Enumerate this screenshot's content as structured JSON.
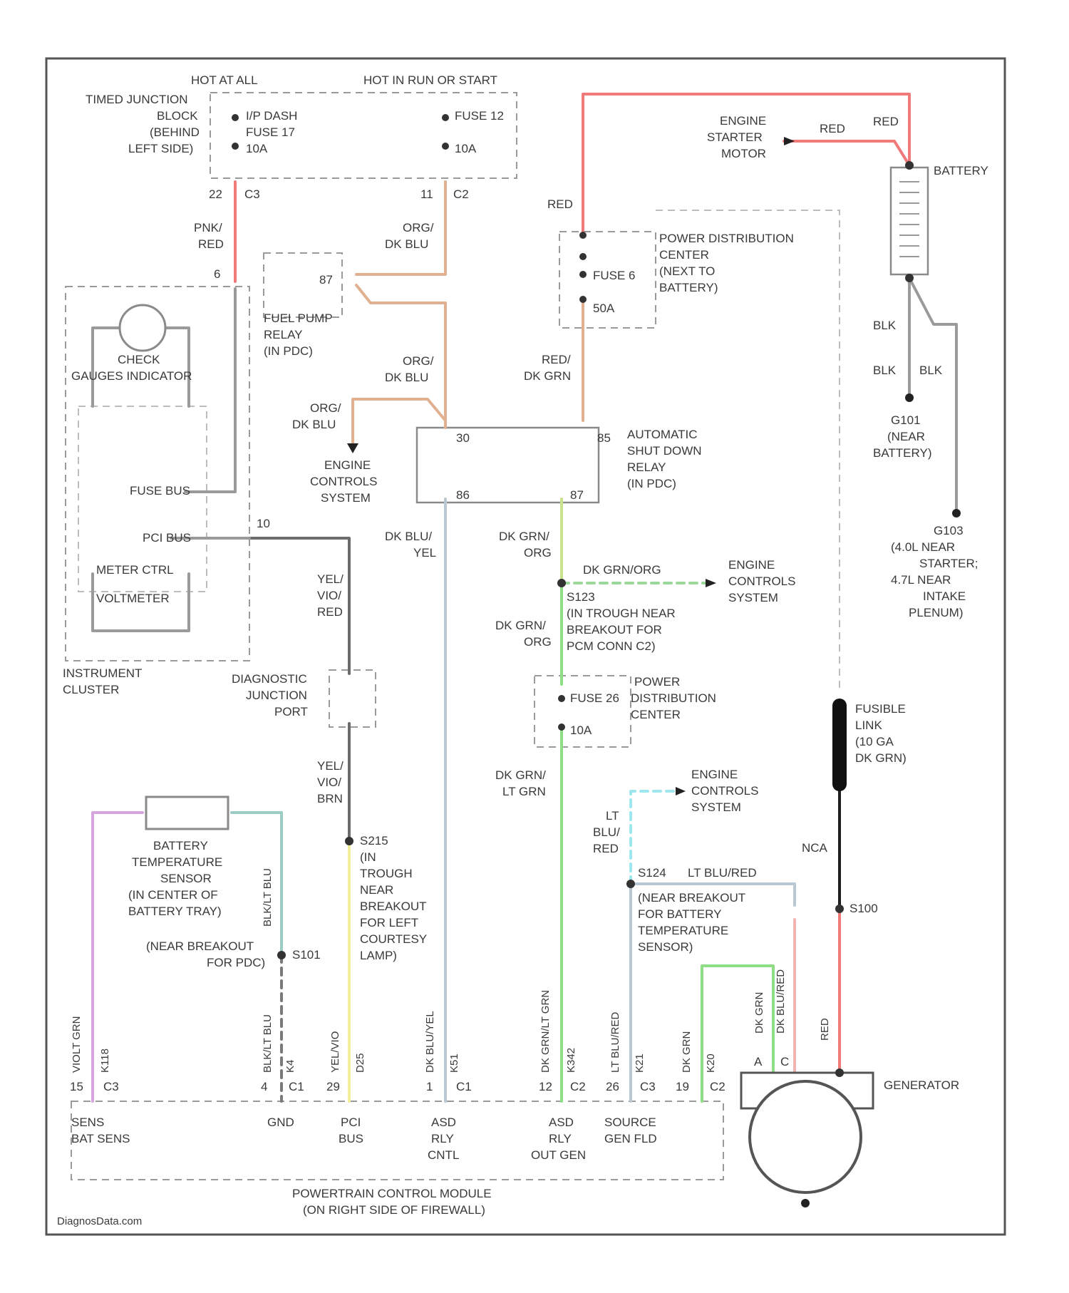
{
  "labels": {
    "hot_at_all": "HOT AT ALL",
    "hot_in_run": "HOT IN RUN OR START",
    "tipm_1": "TIMED JUNCTION",
    "tipm_2": "BLOCK",
    "tipm_3": "(BEHIND",
    "tipm_4": "LEFT SIDE)",
    "fuse17_1": "I/P DASH",
    "fuse17_2": "FUSE 17",
    "fuse17_3": "10A",
    "fuse12_1": "FUSE 12",
    "fuse12_2": "10A",
    "pin_22": "22",
    "pin_c3_a": "C3",
    "pin_11": "11",
    "pin_c2_a": "C2",
    "w_pnk": "PNK/",
    "w_red_a": "RED",
    "pin_6": "6",
    "w_org_a": "ORG/",
    "w_dkblu_a": "DK BLU",
    "pin_87": "87",
    "fuelpump_1": "FUEL PUMP",
    "fuelpump_2": "RELAY",
    "fuelpump_3": "(IN PDC)",
    "check_1": "CHECK",
    "check_2": "GAUGES INDICATOR",
    "w_org_b": "ORG/",
    "w_dkblu_b": "DK BLU",
    "w_org_c": "ORG/",
    "w_dkblu_c": "DK BLU",
    "ecs_a1": "ENGINE",
    "ecs_a2": "CONTROLS",
    "ecs_a3": "SYSTEM",
    "fusebus": "FUSE BUS",
    "pcibus": "PCI BUS",
    "pin_10": "10",
    "meter_1": "METER CTRL",
    "meter_2": "VOLTMETER",
    "cluster_1": "INSTRUMENT",
    "cluster_2": "CLUSTER",
    "w_yel_a": "YEL/",
    "w_vio_a": "VIO/",
    "w_red_b": "RED",
    "djp_1": "DIAGNOSTIC",
    "djp_2": "JUNCTION",
    "djp_3": "PORT",
    "w_yel_b": "YEL/",
    "w_vio_b": "VIO/",
    "w_brn": "BRN",
    "s215_1": "S215",
    "s215_2": "(IN",
    "s215_3": "TROUGH",
    "s215_4": "NEAR",
    "s215_5": "BREAKOUT",
    "s215_6": "FOR LEFT",
    "s215_7": "COURTESY",
    "s215_8": "LAMP)",
    "red_top": "RED",
    "red_ds": "RED",
    "red_bat": "RED",
    "starter_1": "ENGINE",
    "starter_2": "STARTER",
    "starter_3": "MOTOR",
    "battery": "BATTERY",
    "pdc_1": "POWER DISTRIBUTION",
    "pdc_2": "CENTER",
    "pdc_3": "(NEXT TO",
    "pdc_4": "BATTERY)",
    "fuse6_1": "FUSE 6",
    "fuse6_2": "50A",
    "w_red_c": "RED/",
    "w_dkgrn_a": "DK GRN",
    "blk_a": "BLK",
    "blk_b": "BLK",
    "blk_c": "BLK",
    "g101_1": "G101",
    "g101_2": "(NEAR",
    "g101_3": "BATTERY)",
    "g103_1": "G103",
    "g103_2": "(4.0L NEAR",
    "g103_3": "STARTER;",
    "g103_4": "4.7L NEAR",
    "g103_5": "INTAKE",
    "g103_6": "PLENUM)",
    "asd_30": "30",
    "asd_86": "86",
    "asd_85": "85",
    "asd_87": "87",
    "asd_1": "AUTOMATIC",
    "asd_2": "SHUT DOWN",
    "asd_3": "RELAY",
    "asd_4": "(IN PDC)",
    "w_dkblu_d": "DK BLU/",
    "w_yel_c": "YEL",
    "w_dkgrn_b": "DK GRN/",
    "w_org_d": "ORG",
    "dkgrnorg": "DK GRN/ORG",
    "ecs_b1": "ENGINE",
    "ecs_b2": "CONTROLS",
    "ecs_b3": "SYSTEM",
    "s123_1": "S123",
    "s123_2": "(IN TROUGH NEAR",
    "s123_3": "BREAKOUT FOR",
    "s123_4": "PCM CONN C2)",
    "w_dkgrn_c": "DK GRN/",
    "w_org_e": "ORG",
    "fuse26_1": "FUSE 26",
    "fuse26_2": "10A",
    "pdc2_1": "POWER",
    "pdc2_2": "DISTRIBUTION",
    "pdc2_3": "CENTER",
    "w_dkgrn_d": "DK GRN/",
    "w_ltgrn": "LT GRN",
    "ecs_c1": "ENGINE",
    "ecs_c2": "CONTROLS",
    "ecs_c3": "SYSTEM",
    "w_lt": "LT",
    "w_blu": "BLU/",
    "w_red_d": "RED",
    "s124": "S124",
    "ltblured": "LT BLU/RED",
    "s124_1": "(NEAR BREAKOUT",
    "s124_2": "FOR BATTERY",
    "s124_3": "TEMPERATURE",
    "s124_4": "SENSOR)",
    "fl_1": "FUSIBLE",
    "fl_2": "LINK",
    "fl_3": "(10 GA",
    "fl_4": "DK GRN)",
    "nca": "NCA",
    "s100": "S100",
    "bts_1": "BATTERY",
    "bts_2": "TEMPERATURE",
    "bts_3": "SENSOR",
    "bts_4": "(IN CENTER OF",
    "bts_5": "BATTERY TRAY)",
    "blkltblu_v": "BLK/LT BLU",
    "s1xx_1": "(NEAR BREAKOUT",
    "s1xx_2": "FOR PDC)",
    "s1xx": "S101",
    "pw_1": "VIOLT GRN",
    "pw_1c": "K118",
    "pw_2": "BLK/LT BLU",
    "pw_2c": "K4",
    "pw_3": "YEL/VIO",
    "pw_3c": "D25",
    "pw_4": "DK BLU/YEL",
    "pw_4c": "K51",
    "pw_5": "DK GRN/LT GRN",
    "pw_5c": "K342",
    "pw_6": "LT BLU/RED",
    "pw_6c": "K21",
    "pw_7": "DK GRN",
    "pw_7c": "K20",
    "pw_8": "DK GRN",
    "pw_9": "DK BLU/RED",
    "red_gen": "RED",
    "pin_15": "15",
    "pin_c3_b": "C3",
    "pin_4": "4",
    "pin_c1_a": "C1",
    "pin_29": "29",
    "pin_c1_b": "C1",
    "pin_1": "1",
    "pin_12": "12",
    "pin_c2_b": "C2",
    "pin_26": "26",
    "pin_c3_c": "C3",
    "pin_19": "19",
    "pin_c2_c": "C2",
    "gen_a": "A",
    "gen_c": "C",
    "pcm_s1": "SENS",
    "pcm_s2": "BAT SENS",
    "pcm_gnd": "GND",
    "pcm_pci1": "PCI",
    "pcm_pci2": "BUS",
    "pcm_asd1": "ASD",
    "pcm_asd2": "RLY",
    "pcm_asd3": "CNTL",
    "pcm_out1": "ASD",
    "pcm_out2": "RLY",
    "pcm_out3": "OUT GEN",
    "pcm_src1": "SOURCE",
    "pcm_src2": "GEN FLD",
    "pcm_1": "POWERTRAIN CONTROL MODULE",
    "pcm_2": "(ON RIGHT SIDE OF FIREWALL)",
    "generator": "GENERATOR",
    "watermark": "DiagnosData.com"
  },
  "wire_colors": {
    "red": "#f07a7a",
    "orange_dkblue": "#e0b090",
    "grey": "#9a9a9a",
    "dark": "#6c6c6c",
    "light_blue": "#b9c8d2",
    "green": "#8ede86",
    "light_green": "#c9e28c",
    "yellow": "#f2ee9a",
    "violet": "#d7a5de",
    "teal": "#9cccc4",
    "pink": "#f2b3b3",
    "black": "#1f1f1f",
    "dashed_green": "#9bd79b",
    "dashed_cyan": "#9ee7ee"
  }
}
